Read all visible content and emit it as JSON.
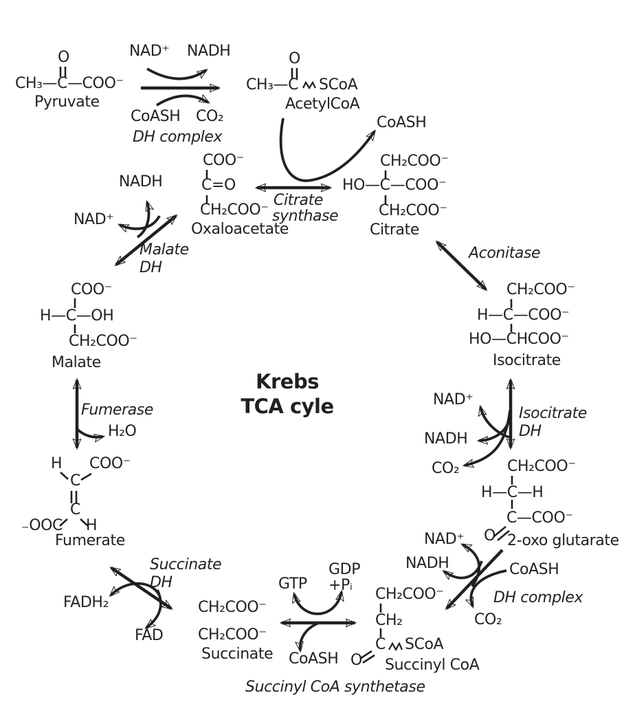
{
  "title": {
    "line1": "Krebs",
    "line2": "TCA cyle"
  },
  "molecules": {
    "pyruvate": {
      "o": "O",
      "formula": "CH₃—C—COO⁻",
      "label": "Pyruvate"
    },
    "acetylcoa": {
      "o": "O",
      "chain": "CH₃—C",
      "thiol": "SCoA",
      "label": "AcetylCoA"
    },
    "oxaloacetate": {
      "line1": "COO⁻",
      "line2": "C=O",
      "line3": "CH₂COO⁻",
      "label": "Oxaloacetate"
    },
    "citrate": {
      "line1": "CH₂COO⁻",
      "line2": "HO—C—COO⁻",
      "line3": "CH₂COO⁻",
      "label": "Citrate"
    },
    "isocitrate": {
      "line1": "CH₂COO⁻",
      "line2": "H—C—COO⁻",
      "line3": "HO—CHCOO⁻",
      "label": "Isocitrate"
    },
    "oxoglutarate": {
      "line1": "CH₂COO⁻",
      "line2": "H—C—H",
      "line3": "C—COO⁻",
      "o": "O",
      "label": "2-oxo glutarate"
    },
    "succinylcoa": {
      "line1": "CH₂COO⁻",
      "line2": "CH₂",
      "c": "C",
      "thiol": "SCoA",
      "o": "O",
      "label": "Succinyl CoA"
    },
    "succinate": {
      "line1": "CH₂COO⁻",
      "line2": "CH₂COO⁻",
      "label": "Succinate"
    },
    "fumarate": {
      "h_top": "H",
      "coo_top": "COO⁻",
      "c_top": "C",
      "c_bottom": "C",
      "ooc": "₋OOC",
      "h_bottom": "H",
      "label": "Fumerate"
    },
    "malate": {
      "line1": "COO⁻",
      "line2": "H—C—OH",
      "line3": "CH₂COO⁻",
      "label": "Malate"
    }
  },
  "enzymes": {
    "pyruvate_dh": "DH complex",
    "citrate_synthase_line1": "Citrate",
    "citrate_synthase_line2": "synthase",
    "aconitase": "Aconitase",
    "isocitrate_dh_line1": "Isocitrate",
    "isocitrate_dh_line2": "DH",
    "oxoglutarate_dh": "DH complex",
    "succinylcoa_synthetase": "Succinyl CoA synthetase",
    "succinate_dh_line1": "Succinate",
    "succinate_dh_line2": "DH",
    "fumerase": "Fumerase",
    "malate_dh_line1": "Malate",
    "malate_dh_line2": "DH"
  },
  "cofactors": {
    "pdh_nad": "NAD⁺",
    "pdh_nadh": "NADH",
    "pdh_coash": "CoASH",
    "pdh_co2": "CO₂",
    "cs_coash": "CoASH",
    "idh_nad": "NAD⁺",
    "idh_nadh": "NADH",
    "idh_co2": "CO₂",
    "ogdh_nad": "NAD⁺",
    "ogdh_nadh": "NADH",
    "ogdh_coash": "CoASH",
    "ogdh_co2": "CO₂",
    "scs_gtp": "GTP",
    "scs_gdp": "GDP",
    "scs_pi": "+Pᵢ",
    "scs_coash": "CoASH",
    "sdh_fadh2": "FADH₂",
    "sdh_fad": "FAD",
    "fum_h2o": "H₂O",
    "mdh_nad": "NAD⁺",
    "mdh_nadh": "NADH"
  },
  "colors": {
    "ink": "#231f20",
    "background": "#ffffff"
  }
}
